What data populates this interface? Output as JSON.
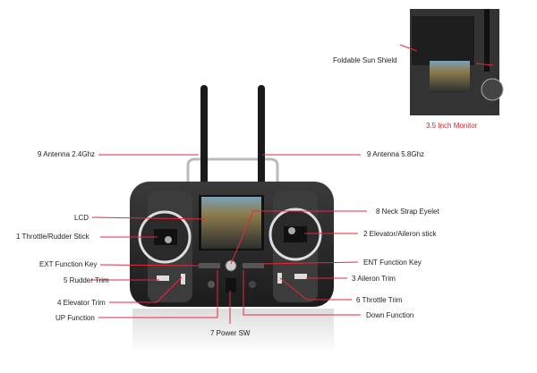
{
  "inset": {
    "side_label": "Foldable Sun Shield",
    "caption": "3.5 Inch Monitor"
  },
  "labels": {
    "antenna_left": "9 Antenna 2.4Ghz",
    "antenna_right": "9 Antenna 5.8Ghz",
    "lcd": "LCD",
    "neck_strap": "8 Neck Strap Eyelet",
    "throttle_rudder": "1 Throttle/Rudder Stick",
    "elevator_aileron": "2 Elevator/Aileron stick",
    "ext_key": "EXT Function Key",
    "ent_key": "ENT Function Key",
    "rudder_trim": "5 Rudder Trim",
    "aileron_trim": "3 Aileron Trim",
    "elevator_trim": "4 Elevator Trim",
    "throttle_trim": "6 Throttle Trim",
    "up_function": "UP Function",
    "down_function": "Down Function",
    "power_sw": "7 Power SW"
  },
  "colors": {
    "callout": "#e8283a",
    "body": "#2b2b2b"
  }
}
